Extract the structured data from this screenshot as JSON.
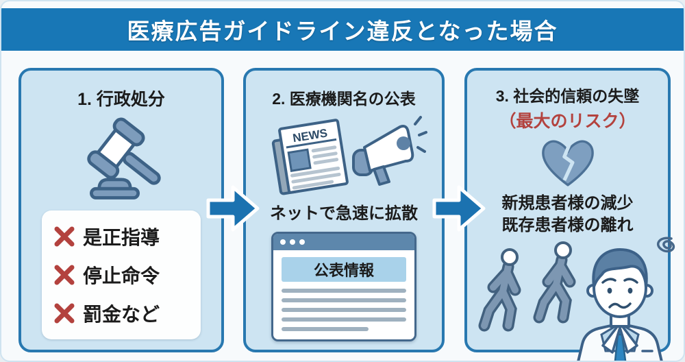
{
  "title": "医療広告ガイドライン違反となった場合",
  "panel1": {
    "heading": "1. 行政処分",
    "items": [
      {
        "label": "是正指導"
      },
      {
        "label": "停止命令"
      },
      {
        "label": "罰金など"
      }
    ]
  },
  "panel2": {
    "heading": "2. 医療機関名の公表",
    "newspaper_label": "NEWS",
    "caption": "ネットで急速に拡散",
    "browser_title": "公表情報"
  },
  "panel3": {
    "heading": "3. 社会的信頼の失墜",
    "subheading": "（最大のリスク）",
    "line1": "新規患者様の減少",
    "line2": "既存患者様の離れ"
  },
  "colors": {
    "banner_blue": "#1877b6",
    "panel_fill": "#cde4f2",
    "panel_border": "#2878b0",
    "arrow_blue": "#1b72b0",
    "accent_red": "#b3423e",
    "icon_blue": "#7d9cbc",
    "icon_outline": "#3d6286"
  }
}
